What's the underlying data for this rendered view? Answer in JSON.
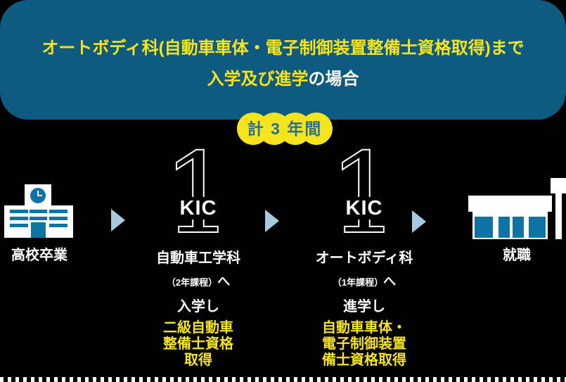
{
  "header": {
    "title_line1": "オートボディ科(自動車車体・電子制御装置整備士資格取得)まで",
    "title_line2_highlight": "入学及び進学",
    "title_line2_rest": "の場合"
  },
  "duration_badge": {
    "label": "計 3 年間"
  },
  "flow": {
    "start": {
      "label": "高校卒業",
      "icon": "school-building-icon"
    },
    "steps": [
      {
        "year_number": "1",
        "brand": "KIC",
        "name": "自動車工学科",
        "course": "（2年課程）",
        "course_suffix": "へ",
        "action": "入学し",
        "result_lines": [
          "二級自動車",
          "整備士資格",
          "取得"
        ]
      },
      {
        "year_number": "1",
        "brand": "KIC",
        "name": "オートボディ科",
        "course": "（1年課程）",
        "course_suffix": "へ",
        "action": "進学し",
        "result_lines": [
          "自動車車体・",
          "電子制御装置",
          "備士資格取得"
        ]
      }
    ],
    "end": {
      "label": "就職",
      "icon": "office-building-icon"
    }
  },
  "colors": {
    "page_bg": "#000000",
    "header_bg": "#0f5a80",
    "accent_yellow": "#f6e41c",
    "badge_text": "#2a6d96",
    "icon_blue": "#0f73a4",
    "arrow_blue": "#a8cadf"
  }
}
